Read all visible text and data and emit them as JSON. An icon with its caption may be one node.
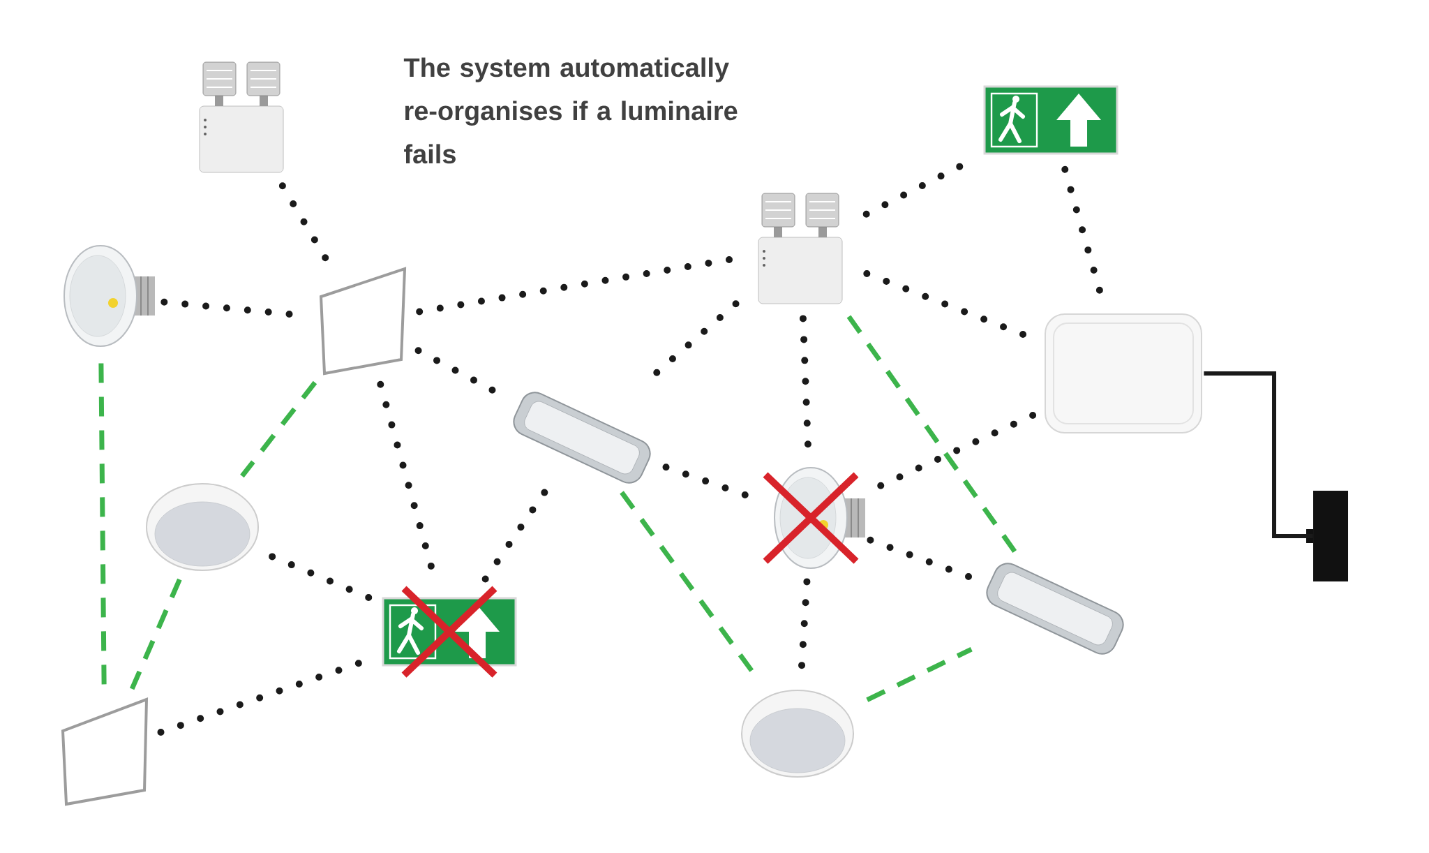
{
  "diagram": {
    "title": "The system automatically re-organises if a luminaire fails",
    "nodes": [
      {
        "text": [],
        "shape": "picture"
      },
      {
        "text": [],
        "shape": "picture"
      },
      {
        "text": [],
        "shape": "box"
      },
      {
        "text": [],
        "shape": "picture"
      },
      {
        "text": [],
        "shape": "picture"
      },
      {
        "text": [],
        "shape": "picture"
      },
      {
        "text": [],
        "shape": "box"
      },
      {
        "text": [],
        "shape": "picture"
      },
      {
        "text": [],
        "shape": "picture"
      },
      {
        "text": [],
        "shape": "picture"
      },
      {
        "text": [],
        "shape": "picture"
      },
      {
        "text": [],
        "shape": "picture"
      },
      {
        "text": [],
        "shape": "box"
      },
      {
        "text": [],
        "shape": "picture"
      }
    ],
    "edges": [
      {
        "from": 0,
        "to": 2,
        "arrow": "none",
        "style": "dashed"
      },
      {
        "from": 1,
        "to": 2,
        "arrow": "none",
        "style": "dashed"
      },
      {
        "from": 2,
        "to": 3,
        "arrow": "none",
        "style": "dashed"
      },
      {
        "from": 3,
        "to": 4,
        "arrow": "none",
        "style": "dashed"
      },
      {
        "from": 4,
        "to": 5,
        "arrow": "none",
        "style": "dashed"
      },
      {
        "from": 3,
        "to": 5,
        "arrow": "none",
        "style": "dashed"
      },
      {
        "from": 3,
        "to": 7,
        "arrow": "none",
        "style": "dashed"
      },
      {
        "from": 2,
        "to": 7,
        "arrow": "none",
        "style": "dashed"
      },
      {
        "from": 2,
        "to": 9,
        "arrow": "none",
        "style": "dashed"
      },
      {
        "from": 7,
        "to": 9,
        "arrow": "none",
        "style": "dashed"
      },
      {
        "from": 8,
        "to": 9,
        "arrow": "none",
        "style": "dashed"
      },
      {
        "from": 12,
        "to": 9,
        "arrow": "none",
        "style": "dashed"
      },
      {
        "from": 7,
        "to": 10,
        "arrow": "none",
        "style": "dashed"
      },
      {
        "from": 3,
        "to": 10,
        "arrow": "none",
        "style": "dashed"
      },
      {
        "from": 5,
        "to": 10,
        "arrow": "none",
        "style": "dashed"
      },
      {
        "from": 10,
        "to": 11,
        "arrow": "none",
        "style": "dashed"
      },
      {
        "from": 10,
        "to": 13,
        "arrow": "none",
        "style": "dashed"
      },
      {
        "from": 1,
        "to": 12,
        "arrow": "none",
        "style": "dashed",
        "color": "#3cb44b"
      },
      {
        "from": 2,
        "to": 8,
        "arrow": "none",
        "style": "dashed",
        "color": "#3cb44b"
      },
      {
        "from": 8,
        "to": 12,
        "arrow": "none",
        "style": "dashed",
        "color": "#3cb44b"
      },
      {
        "from": 7,
        "to": 13,
        "arrow": "none",
        "style": "dashed",
        "color": "#3cb44b"
      },
      {
        "from": 3,
        "to": 11,
        "arrow": "none",
        "style": "dashed",
        "color": "#3cb44b"
      },
      {
        "from": 13,
        "to": 11,
        "arrow": "none",
        "style": "dashed",
        "color": "#3cb44b"
      },
      {
        "from": 5,
        "to": 6,
        "arrow": "none",
        "color": "#1a1a1a"
      }
    ]
  }
}
